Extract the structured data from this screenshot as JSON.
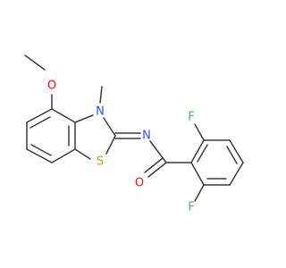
{
  "molecule": {
    "atoms": {
      "methoxy_oxygen": {
        "label": "O",
        "color": "#ff0d0d"
      },
      "ring_nitrogen": {
        "label": "N",
        "color": "#3050f8"
      },
      "methyl_carbon": {
        "label": "",
        "color": "#3b3b3b"
      },
      "imine_nitrogen": {
        "label": "N",
        "color": "#3050f8"
      },
      "ring_sulfur": {
        "label": "S",
        "color": "#c8a000"
      },
      "carbonyl_oxygen": {
        "label": "O",
        "color": "#ff0d0d"
      },
      "fluorine_top": {
        "label": "F",
        "color": "#58b158"
      },
      "fluorine_bottom": {
        "label": "F",
        "color": "#58b158"
      }
    },
    "bond_color": "#3b3b3b"
  }
}
